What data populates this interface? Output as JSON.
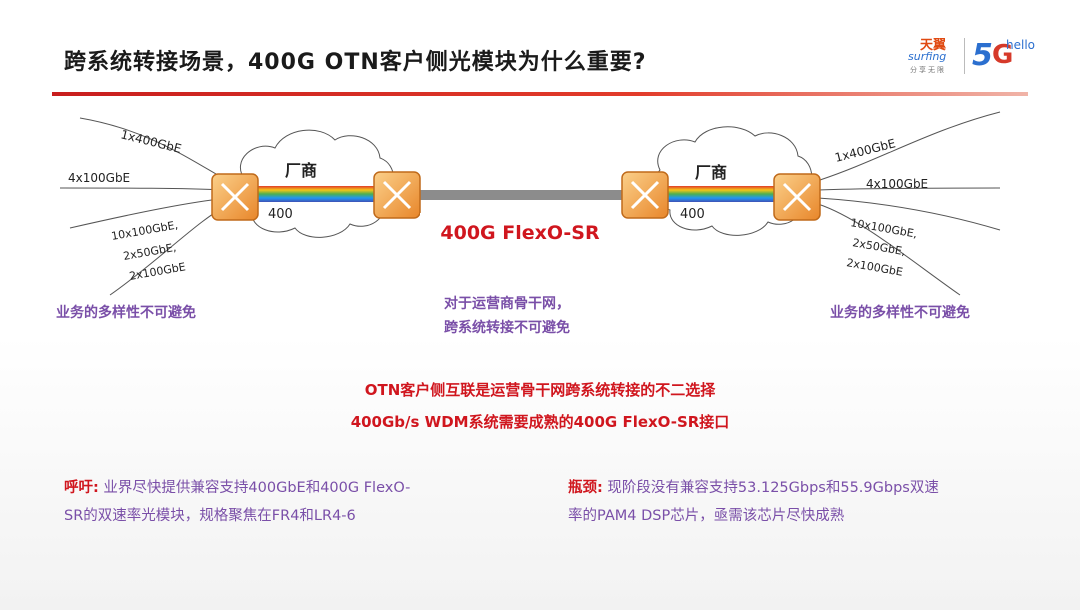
{
  "title": "跨系统转接场景，400G OTN客户侧光模块为什么重要?",
  "logo": {
    "brand_cn": "天翼",
    "brand_en": "surfing",
    "tagline": "分享无限",
    "five": "5",
    "g": "G",
    "hello": "hello"
  },
  "diagram": {
    "left_inputs": [
      "1x400GbE",
      "4x100GbE",
      "10x100GbE,",
      "2x50GbE,",
      "2x100GbE"
    ],
    "right_inputs": [
      "1x400GbE",
      "4x100GbE",
      "10x100GbE,",
      "2x50GbE,",
      "2x100GbE"
    ],
    "vendor_label": "厂商",
    "rate_label": "400",
    "link_label": "400G FlexO-SR",
    "colors": {
      "accent_red": "#d0161e",
      "purple": "#7a4fa8",
      "router_orange": "#f0a24a",
      "link_gray": "#8c8c8c"
    }
  },
  "notes": {
    "left": "业务的多样性不可避免",
    "right": "业务的多样性不可避免",
    "center_line1": "对于运营商骨干网，",
    "center_line2": "跨系统转接不可避免"
  },
  "conclusion": {
    "line1": "OTN客户侧互联是运营骨干网跨系统转接的不二选择",
    "line2": "400Gb/s WDM系统需要成熟的400G FlexO-SR接口"
  },
  "bottom_left": {
    "key": "呼吁:",
    "text1": "业界尽快提供兼容支持400GbE和400G FlexO-",
    "text2": "SR的双速率光模块，规格聚焦在FR4和LR4-6"
  },
  "bottom_right": {
    "key": "瓶颈:",
    "text1": "现阶段没有兼容支持53.125Gbps和55.9Gbps双速",
    "text2": "率的PAM4 DSP芯片，亟需该芯片尽快成熟"
  }
}
